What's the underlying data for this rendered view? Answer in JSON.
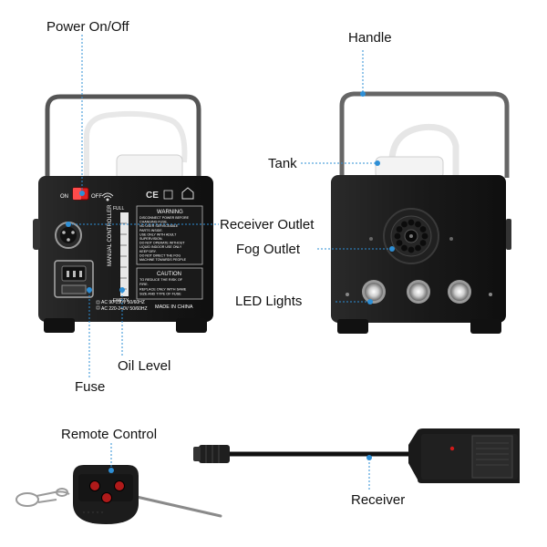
{
  "labels": {
    "power": "Power On/Off",
    "handle": "Handle",
    "tank": "Tank",
    "receiver_outlet": "Receiver Outlet",
    "fog_outlet": "Fog Outlet",
    "led_lights": "LED Lights",
    "oil_level": "Oil Level",
    "fuse": "Fuse",
    "remote_control": "Remote Control",
    "receiver": "Receiver"
  },
  "back_panel": {
    "switch_on": "ON",
    "switch_off": "OFF",
    "full": "FULL",
    "empty": "EMPTY",
    "ce": "CE",
    "manual_controller": "MANUAL CONTROLLER",
    "warning_title": "WARNING",
    "warning_lines": [
      "DISCONNECT POWER BEFORE",
      "CHANGING FUSE.",
      "NO USER SERVICEABLE",
      "PARTS INSIDE.",
      "USE ONLY WITH ADULT",
      "SUPERVISION.",
      "DO NOT OPERATE WITHOUT",
      "LIQUID INDOOR USE ONLY",
      "KEEP DRY.",
      "DO NOT DIRECT THE FOG",
      "MACHINE TOWARDS PEOPLE"
    ],
    "caution_title": "CAUTION",
    "caution_lines": [
      "TO REDUCE THE RISK OF",
      "FIRE.",
      "REPLACE ONLY WITH SAME",
      "SIZE AND TYPE OF FUSE"
    ],
    "voltage_1": "AC 90-130V 50/60HZ",
    "voltage_2": "AC 220-240V 50/60HZ",
    "made_in": "MADE IN CHINA"
  },
  "colors": {
    "leader": "#2e8fd6",
    "dot": "#2e8fd6",
    "body": "#1b1b1b",
    "switch": "#e02020"
  }
}
